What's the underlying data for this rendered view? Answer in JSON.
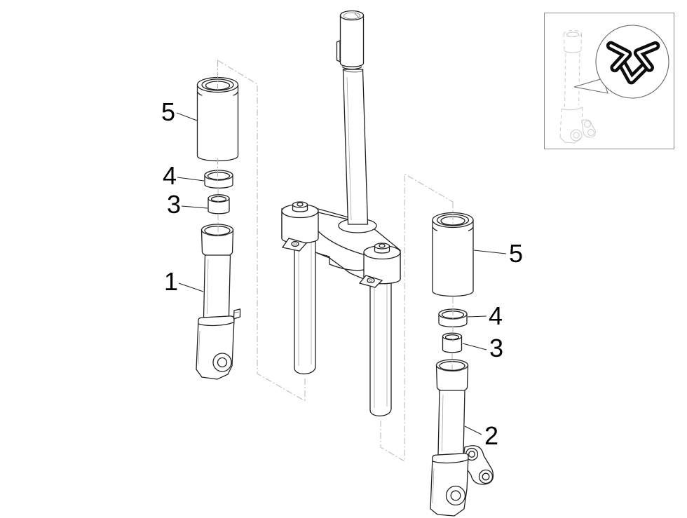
{
  "page": {
    "background": "#ffffff",
    "line_color": "#1f1f1f",
    "construction_line_color": "#b5b5b5"
  },
  "diagram": {
    "callouts": {
      "left_dust_cover": "5",
      "left_seal_ring": "4",
      "left_bushing": "3",
      "left_fork_leg": "1",
      "right_dust_cover": "5",
      "right_seal_ring": "4",
      "right_bushing": "3",
      "right_fork_leg": "2"
    }
  },
  "inset": {
    "border_color": "#8a8a8a",
    "icons": {
      "logo": "triskelion-logo-icon",
      "thumbnail": "faded-fork-leg-sketch"
    }
  }
}
